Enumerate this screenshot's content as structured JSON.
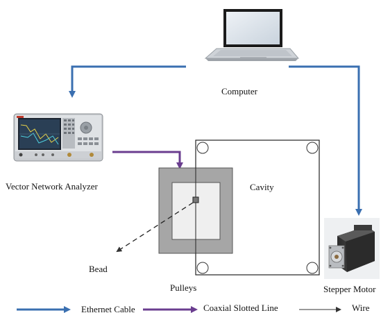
{
  "labels": {
    "computer": "Computer",
    "vna": "Vector Network Analyzer",
    "cavity": "Cavity",
    "bead": "Bead",
    "pulleys": "Pulleys",
    "stepper_motor": "Stepper Motor"
  },
  "legend": {
    "ethernet": "Ethernet Cable",
    "coaxial": "Coaxial Slotted Line",
    "wire": "Wire"
  },
  "colors": {
    "ethernet": "#3a6fb0",
    "coaxial": "#6a3d8f",
    "wire": "#333333"
  },
  "icons": [
    "laptop-icon",
    "vector-network-analyzer-icon",
    "stepper-motor-icon"
  ]
}
